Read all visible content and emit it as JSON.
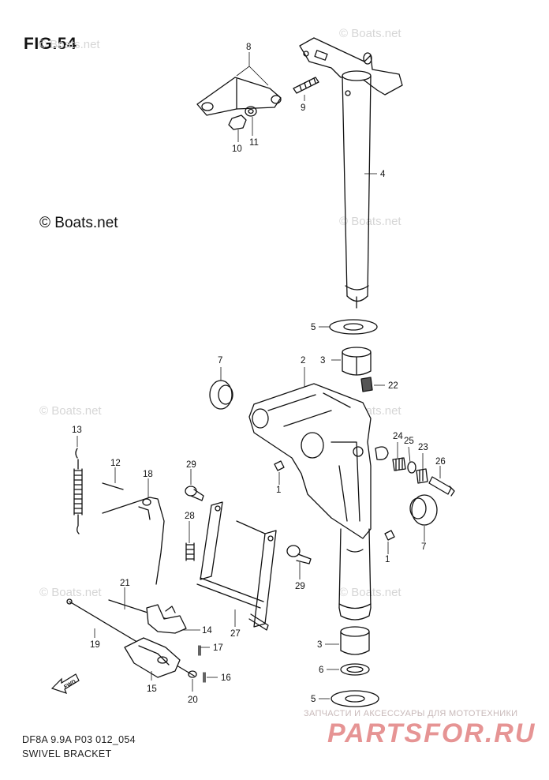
{
  "figure": {
    "title": "FIG.54",
    "copyright": "© Boats.net",
    "watermark": "© Boats.net",
    "footer_code": "DF8A 9.9A P03 012_054",
    "footer_name": "SWIVEL BRACKET"
  },
  "callouts": [
    "8",
    "9",
    "10",
    "11",
    "4",
    "5",
    "3",
    "2",
    "7",
    "22",
    "13",
    "12",
    "18",
    "29",
    "28",
    "24",
    "25",
    "23",
    "26",
    "1",
    "1",
    "7",
    "29",
    "21",
    "14",
    "19",
    "27",
    "17",
    "3",
    "6",
    "16",
    "15",
    "20",
    "5"
  ],
  "arrow_label": "FWD",
  "brand": {
    "tagline": "ЗАПЧАСТИ И АКСЕССУАРЫ ДЛЯ МОТОТЕХНИКИ",
    "name": "PARTSFOR.RU",
    "color": "#d23c3c"
  }
}
